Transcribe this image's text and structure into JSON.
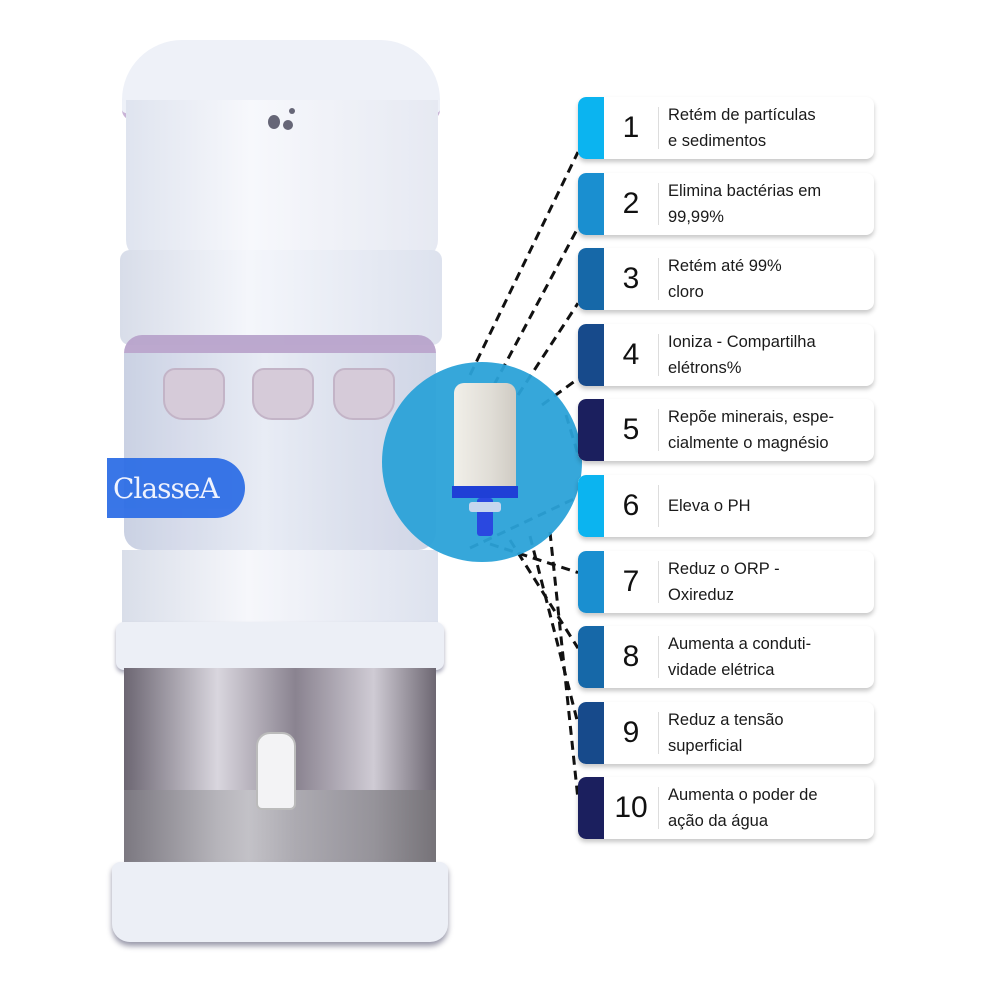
{
  "brand_badge": "ClasseA",
  "benefits": [
    {
      "number": "1",
      "text": "Retém de partículas\ne sedimentos",
      "color": "#0bb4f0"
    },
    {
      "number": "2",
      "text": "Elimina bactérias em\n99,99%",
      "color": "#1a8fd0"
    },
    {
      "number": "3",
      "text": "Retém até 99%\ncloro",
      "color": "#1668a8"
    },
    {
      "number": "4",
      "text": "Ioniza - Compartilha\nelétrons%",
      "color": "#174a8b"
    },
    {
      "number": "5",
      "text": "Repõe minerais, espe-\ncialmente o magnésio",
      "color": "#1b1f5e"
    },
    {
      "number": "6",
      "text": "Eleva o PH",
      "color": "#0bb4f0"
    },
    {
      "number": "7",
      "text": "Reduz o ORP -\nOxireduz",
      "color": "#1a8fd0"
    },
    {
      "number": "8",
      "text": "Aumenta a conduti-\nvidade elétrica",
      "color": "#1668a8"
    },
    {
      "number": "9",
      "text": "Reduz a tensão\nsuperficial",
      "color": "#174a8b"
    },
    {
      "number": "10",
      "text": "Aumenta o poder de\nação da água",
      "color": "#1b1f5e"
    }
  ]
}
